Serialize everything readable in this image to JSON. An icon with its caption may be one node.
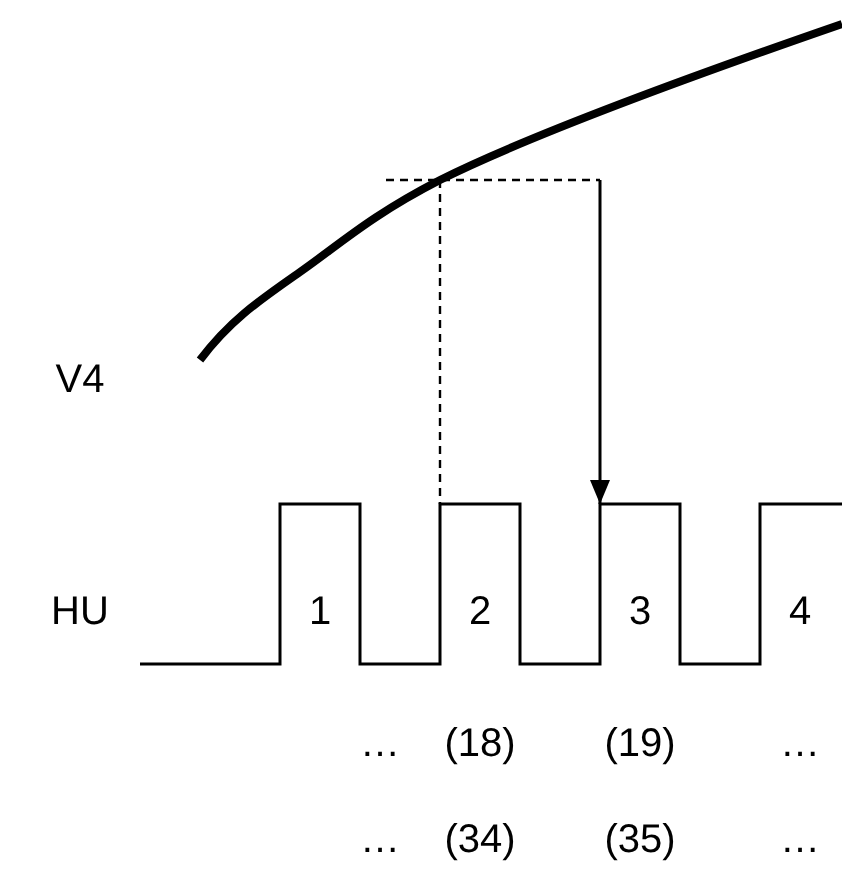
{
  "diagram": {
    "labels": [
      "V4",
      "HU",
      "1",
      "2",
      "3",
      "4",
      "…",
      "(18)",
      "(19)",
      "…",
      "…",
      "(34)",
      "(35)",
      "…"
    ]
  }
}
